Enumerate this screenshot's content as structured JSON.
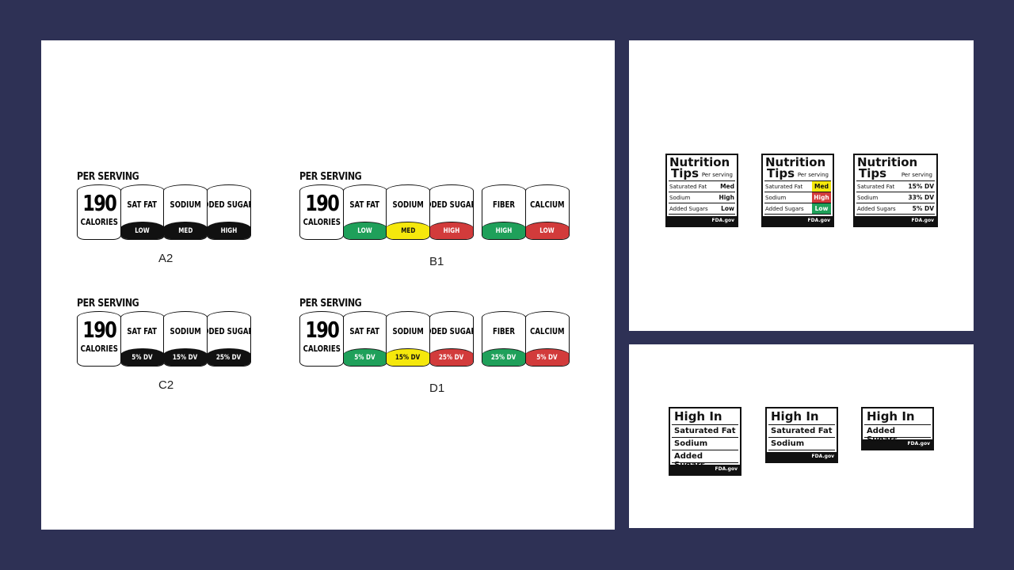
{
  "colors": {
    "background": "#2e3155",
    "green": "#1fa05a",
    "yellow": "#f5e80c",
    "red": "#d23b3b",
    "black": "#111111"
  },
  "fop_labels": [
    {
      "id": "A2",
      "per_serving": "PER SERVING",
      "calories": "190",
      "calories_label": "CALORIES",
      "caption": "A2",
      "nutrients": [
        {
          "name": "SAT FAT",
          "value": "LOW",
          "color": "black"
        },
        {
          "name": "SODIUM",
          "value": "MED",
          "color": "black"
        },
        {
          "name": "ADDED SUGARS",
          "value": "HIGH",
          "color": "black"
        }
      ],
      "extras": []
    },
    {
      "id": "B1",
      "per_serving": "PER SERVING",
      "calories": "190",
      "calories_label": "CALORIES",
      "caption": "B1",
      "nutrients": [
        {
          "name": "SAT FAT",
          "value": "LOW",
          "color": "green"
        },
        {
          "name": "SODIUM",
          "value": "MED",
          "color": "yellow"
        },
        {
          "name": "ADDED SUGARS",
          "value": "HIGH",
          "color": "red"
        }
      ],
      "extras": [
        {
          "name": "FIBER",
          "value": "HIGH",
          "color": "green"
        },
        {
          "name": "CALCIUM",
          "value": "LOW",
          "color": "red"
        }
      ]
    },
    {
      "id": "C2",
      "per_serving": "PER SERVING",
      "calories": "190",
      "calories_label": "CALORIES",
      "caption": "C2",
      "nutrients": [
        {
          "name": "SAT FAT",
          "value": "5% DV",
          "color": "black"
        },
        {
          "name": "SODIUM",
          "value": "15% DV",
          "color": "black"
        },
        {
          "name": "ADDED SUGARS",
          "value": "25% DV",
          "color": "black"
        }
      ],
      "extras": []
    },
    {
      "id": "D1",
      "per_serving": "PER SERVING",
      "calories": "190",
      "calories_label": "CALORIES",
      "caption": "D1",
      "nutrients": [
        {
          "name": "SAT FAT",
          "value": "5% DV",
          "color": "green"
        },
        {
          "name": "SODIUM",
          "value": "15% DV",
          "color": "yellow"
        },
        {
          "name": "ADDED SUGARS",
          "value": "25% DV",
          "color": "red"
        }
      ],
      "extras": [
        {
          "name": "FIBER",
          "value": "25% DV",
          "color": "green"
        },
        {
          "name": "CALCIUM",
          "value": "5% DV",
          "color": "red"
        }
      ]
    }
  ],
  "nutrition_tips": [
    {
      "title1": "Nutrition",
      "title2": "Tips",
      "per": "Per serving",
      "footer": "FDA.gov",
      "rows": [
        {
          "name": "Saturated Fat",
          "value": "Med",
          "color": ""
        },
        {
          "name": "Sodium",
          "value": "High",
          "color": ""
        },
        {
          "name": "Added Sugars",
          "value": "Low",
          "color": ""
        }
      ]
    },
    {
      "title1": "Nutrition",
      "title2": "Tips",
      "per": "Per serving",
      "footer": "FDA.gov",
      "rows": [
        {
          "name": "Saturated Fat",
          "value": "Med",
          "color": "yellow"
        },
        {
          "name": "Sodium",
          "value": "High",
          "color": "red"
        },
        {
          "name": "Added Sugars",
          "value": "Low",
          "color": "green"
        }
      ]
    },
    {
      "title1": "Nutrition",
      "title2": "Tips",
      "per": "Per serving",
      "footer": "FDA.gov",
      "rows": [
        {
          "name": "Saturated Fat",
          "value": "15% DV",
          "color": ""
        },
        {
          "name": "Sodium",
          "value": "33% DV",
          "color": ""
        },
        {
          "name": "Added Sugars",
          "value": "5% DV",
          "color": ""
        }
      ]
    }
  ],
  "high_in": [
    {
      "title": "High In",
      "footer": "FDA.gov",
      "items": [
        "Saturated Fat",
        "Sodium",
        "Added Sugars"
      ]
    },
    {
      "title": "High In",
      "footer": "FDA.gov",
      "items": [
        "Saturated Fat",
        "Sodium"
      ]
    },
    {
      "title": "High In",
      "footer": "FDA.gov",
      "items": [
        "Added Sugars"
      ]
    }
  ]
}
